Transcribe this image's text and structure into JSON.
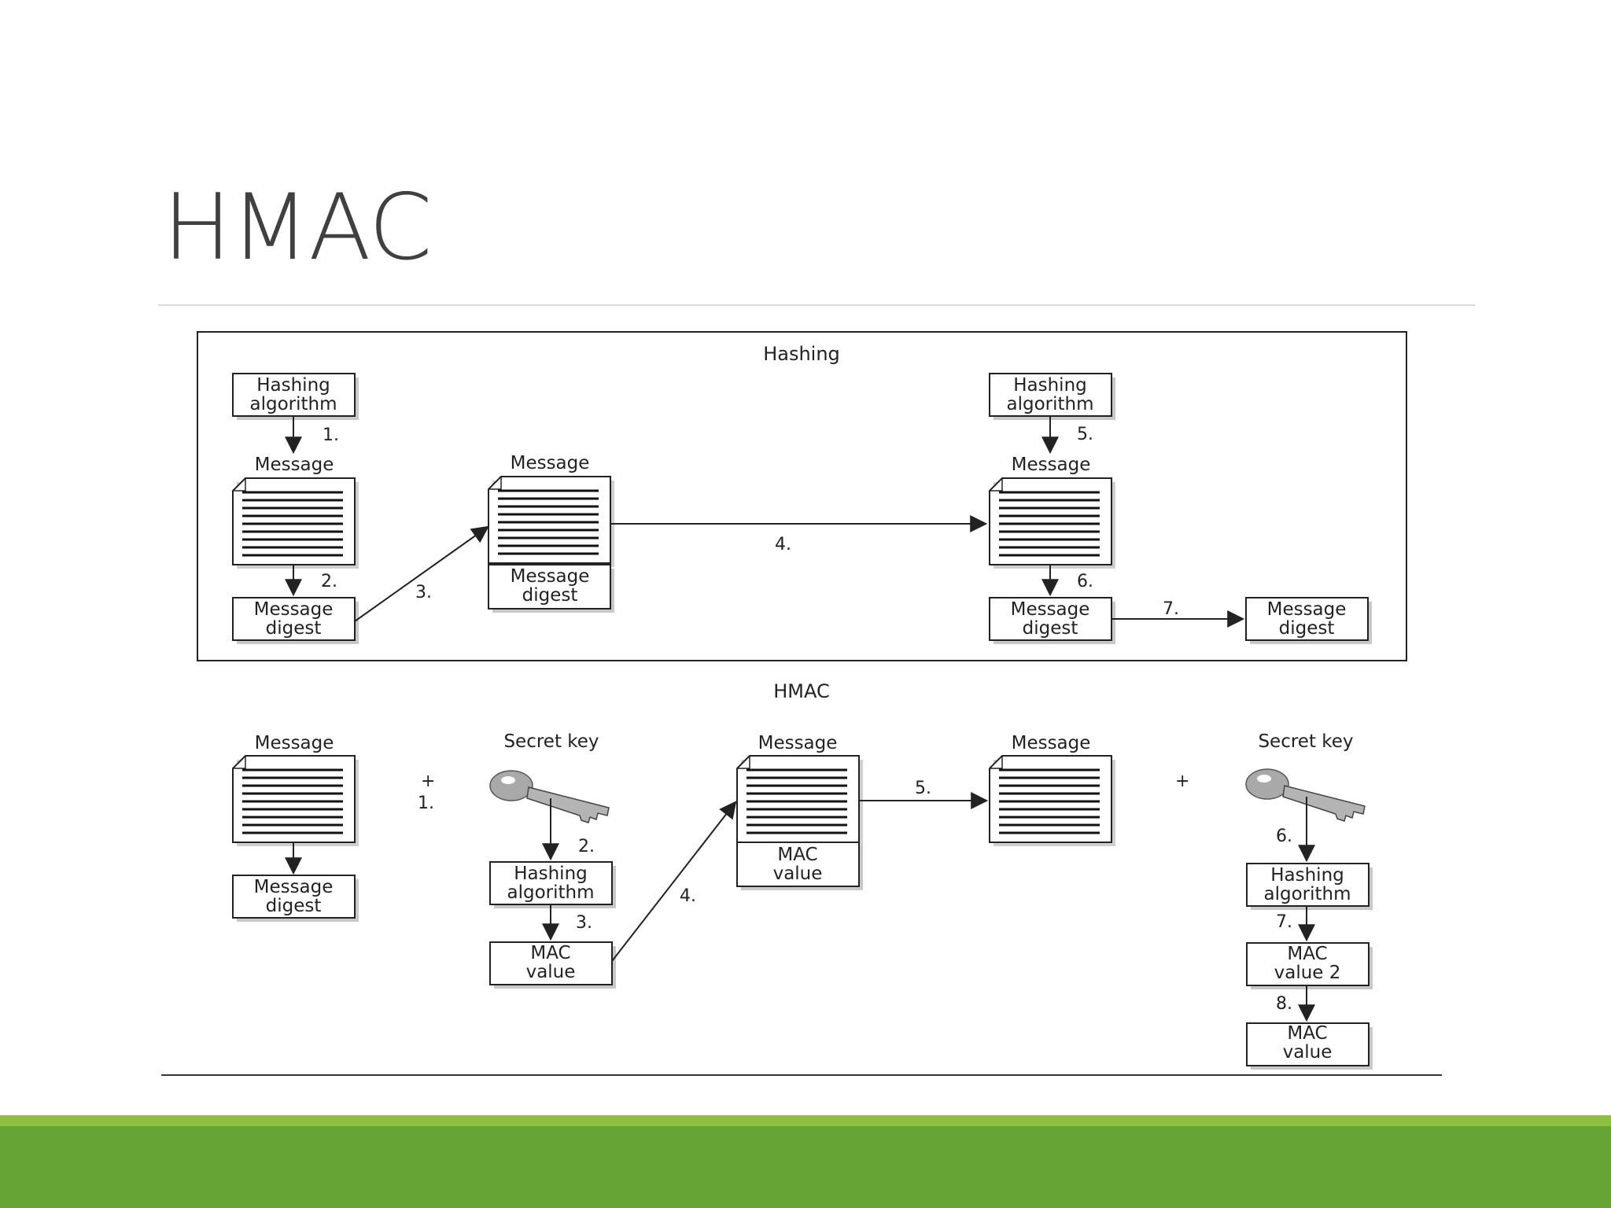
{
  "slide": {
    "title": "HMAC"
  },
  "hashing": {
    "title": "Hashing",
    "hash_algo_1": {
      "line1": "Hashing",
      "line2": "algorithm"
    },
    "hash_algo_2": {
      "line1": "Hashing",
      "line2": "algorithm"
    },
    "message_label": "Message",
    "digest_1": {
      "line1": "Message",
      "line2": "digest"
    },
    "digest_sent": {
      "line1": "Message",
      "line2": "digest"
    },
    "digest_2": {
      "line1": "Message",
      "line2": "digest"
    },
    "digest_3": {
      "line1": "Message",
      "line2": "digest"
    },
    "steps": [
      "1.",
      "2.",
      "3.",
      "4.",
      "5.",
      "6.",
      "7."
    ]
  },
  "hmac": {
    "title": "HMAC",
    "message_label": "Message",
    "secret_key_label": "Secret key",
    "plus": "+",
    "digest": {
      "line1": "Message",
      "line2": "digest"
    },
    "hash_algo": {
      "line1": "Hashing",
      "line2": "algorithm"
    },
    "mac_value": {
      "line1": "MAC",
      "line2": "value"
    },
    "mac_value_2": {
      "line1": "MAC",
      "line2": "value 2"
    },
    "steps": [
      "1.",
      "2.",
      "3.",
      "4.",
      "5.",
      "6.",
      "7.",
      "8."
    ]
  },
  "icons": [
    "document-icon",
    "key-icon",
    "arrow-icon"
  ],
  "colors": {
    "accent_dark": "#64a535",
    "accent_light": "#8ebf3f",
    "title": "#404040"
  }
}
